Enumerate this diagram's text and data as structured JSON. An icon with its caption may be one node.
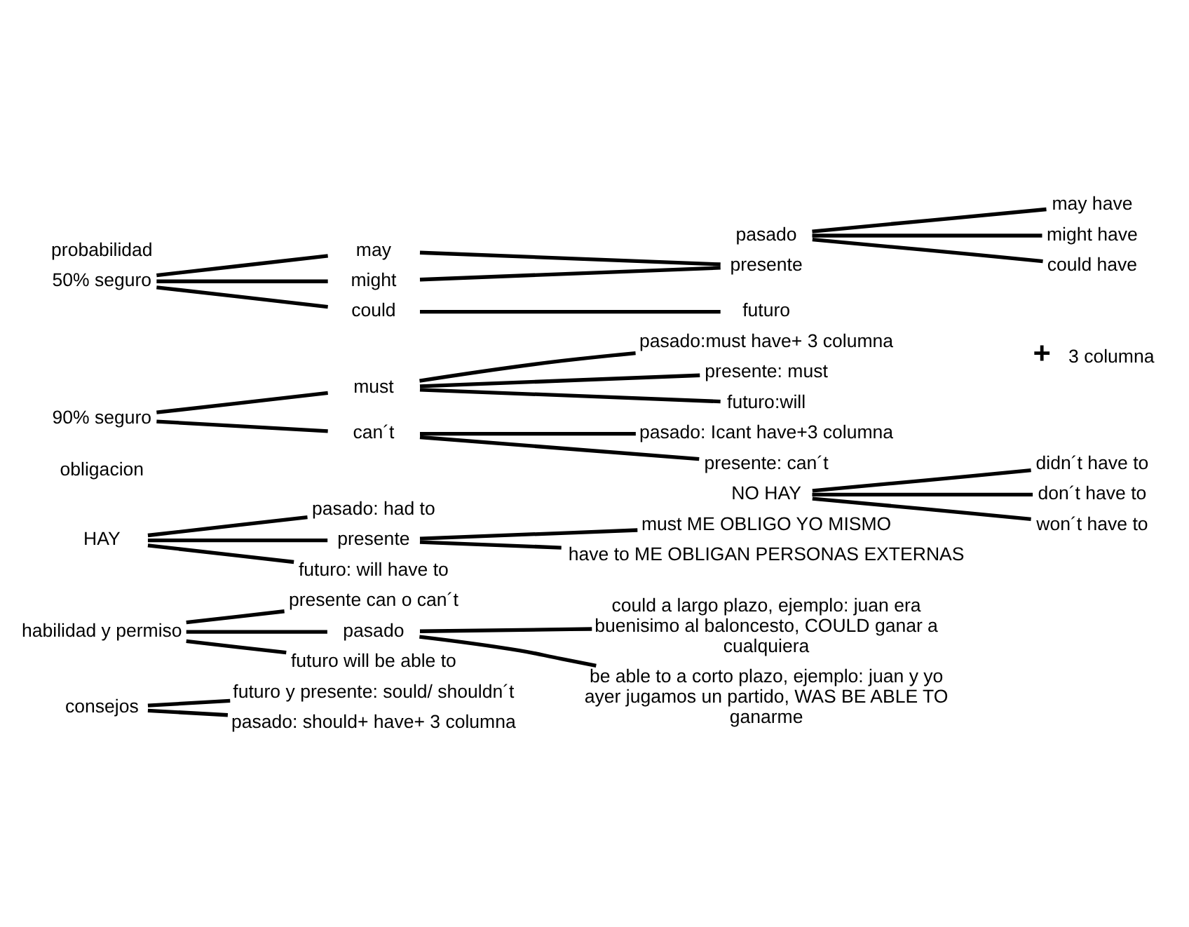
{
  "diagram": {
    "nodes": [
      {
        "text": [
          "50% seguro"
        ]
      },
      {
        "text": [
          "may"
        ]
      },
      {
        "text": [
          "might"
        ]
      },
      {
        "text": [
          "could"
        ]
      },
      {
        "text": [
          "presente"
        ]
      },
      {
        "text": [
          "futuro"
        ]
      },
      {
        "text": [
          "pasado"
        ]
      },
      {
        "text": [
          "may have"
        ]
      },
      {
        "text": [
          "might have"
        ]
      },
      {
        "text": [
          "could have"
        ]
      },
      {
        "text": [
          "90% seguro"
        ]
      },
      {
        "text": [
          "must"
        ]
      },
      {
        "text": [
          "pasado:must have+ 3 columna"
        ]
      },
      {
        "text": [
          "presente: must"
        ]
      },
      {
        "text": [
          "futuro:will"
        ]
      },
      {
        "text": [
          "can´t"
        ]
      },
      {
        "text": [
          "pasado: Icant have+3 columna"
        ]
      },
      {
        "text": [
          "presente: can´t"
        ]
      },
      {
        "text": [
          "HAY"
        ]
      },
      {
        "text": [
          "pasado: had to"
        ]
      },
      {
        "text": [
          "presente"
        ]
      },
      {
        "text": [
          "futuro: will have to"
        ]
      },
      {
        "text": [
          "must ME OBLIGO YO MISMO"
        ]
      },
      {
        "text": [
          "have to ME OBLIGAN PERSONAS EXTERNAS"
        ]
      },
      {
        "text": [
          "NO HAY"
        ]
      },
      {
        "text": [
          "didn´t have to"
        ]
      },
      {
        "text": [
          "don´t have to"
        ]
      },
      {
        "text": [
          "won´t have to"
        ]
      },
      {
        "text": [
          "habilidad y permiso"
        ]
      },
      {
        "text": [
          "presente can o can´t"
        ]
      },
      {
        "text": [
          "pasado"
        ]
      },
      {
        "text": [
          "futuro will be able to"
        ]
      },
      {
        "text": [
          "could a largo plazo, ejemplo: juan era buenisimo al baloncesto, COULD ganar a cualquiera"
        ]
      },
      {
        "text": [
          "be able to a corto plazo, ejemplo: juan y yo ayer jugamos un partido, WAS BE ABLE TO ganarme"
        ]
      },
      {
        "text": [
          "consejos"
        ]
      },
      {
        "text": [
          "futuro y presente: sould/ shouldn´t"
        ]
      },
      {
        "text": [
          "pasado: should+ have+ 3 columna"
        ]
      }
    ],
    "edges": [
      {
        "from": 0,
        "to": 1,
        "arrow": "none"
      },
      {
        "from": 0,
        "to": 2,
        "arrow": "none"
      },
      {
        "from": 0,
        "to": 3,
        "arrow": "none"
      },
      {
        "from": 1,
        "to": 4,
        "arrow": "none"
      },
      {
        "from": 2,
        "to": 4,
        "arrow": "none"
      },
      {
        "from": 3,
        "to": 5,
        "arrow": "none"
      },
      {
        "from": 6,
        "to": 7,
        "arrow": "none"
      },
      {
        "from": 6,
        "to": 8,
        "arrow": "none"
      },
      {
        "from": 6,
        "to": 9,
        "arrow": "none"
      },
      {
        "from": 10,
        "to": 11,
        "arrow": "none"
      },
      {
        "from": 10,
        "to": 15,
        "arrow": "none"
      },
      {
        "from": 11,
        "to": 12,
        "arrow": "none"
      },
      {
        "from": 11,
        "to": 13,
        "arrow": "none"
      },
      {
        "from": 11,
        "to": 14,
        "arrow": "none"
      },
      {
        "from": 15,
        "to": 16,
        "arrow": "none"
      },
      {
        "from": 15,
        "to": 17,
        "arrow": "none"
      },
      {
        "from": 18,
        "to": 19,
        "arrow": "none"
      },
      {
        "from": 18,
        "to": 20,
        "arrow": "none"
      },
      {
        "from": 18,
        "to": 21,
        "arrow": "none"
      },
      {
        "from": 20,
        "to": 22,
        "arrow": "none"
      },
      {
        "from": 20,
        "to": 23,
        "arrow": "none"
      },
      {
        "from": 24,
        "to": 25,
        "arrow": "none"
      },
      {
        "from": 24,
        "to": 26,
        "arrow": "none"
      },
      {
        "from": 24,
        "to": 27,
        "arrow": "none"
      },
      {
        "from": 28,
        "to": 29,
        "arrow": "none"
      },
      {
        "from": 28,
        "to": 30,
        "arrow": "none"
      },
      {
        "from": 28,
        "to": 31,
        "arrow": "none"
      },
      {
        "from": 30,
        "to": 32,
        "arrow": "none"
      },
      {
        "from": 30,
        "to": 33,
        "arrow": "none"
      },
      {
        "from": 34,
        "to": 35,
        "arrow": "none"
      },
      {
        "from": 34,
        "to": 36,
        "arrow": "none"
      }
    ],
    "labels": [
      "probabilidad",
      "+",
      "3 columna",
      "obligacion"
    ]
  }
}
